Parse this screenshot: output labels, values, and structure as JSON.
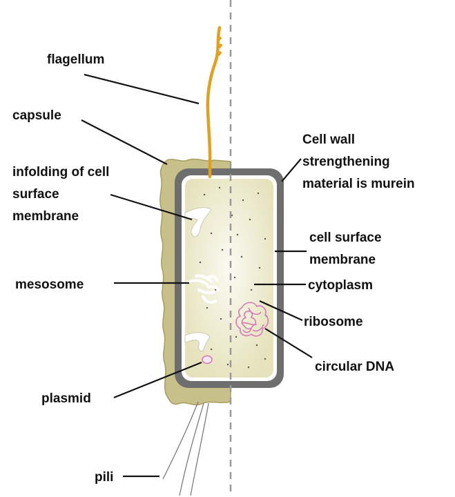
{
  "labels": {
    "flagellum": "flagellum",
    "capsule": "capsule",
    "infolding_line1": "infolding of cell",
    "infolding_line2": "surface",
    "infolding_line3": "membrane",
    "mesosome": "mesosome",
    "plasmid": "plasmid",
    "pili": "pili",
    "cell_wall_line1": "Cell wall",
    "cell_wall_line2": "strengthening",
    "cell_wall_line3": "material is murein",
    "cell_surface_membrane_line1": "cell surface",
    "cell_surface_membrane_line2": "membrane",
    "cytoplasm": "cytoplasm",
    "ribosome": "ribosome",
    "circular_dna": "circular DNA"
  },
  "colors": {
    "capsule": "#c8c08a",
    "capsule_edge": "#a89d5f",
    "cell_wall": "#6e6e6e",
    "membrane": "#ffffff",
    "cytoplasm_center": "#fbfaf2",
    "cytoplasm_edge": "#e7e3bf",
    "flagellum": "#e0a020",
    "dna": "#d57ab8",
    "divider": "#999999",
    "leader": "#111111"
  }
}
